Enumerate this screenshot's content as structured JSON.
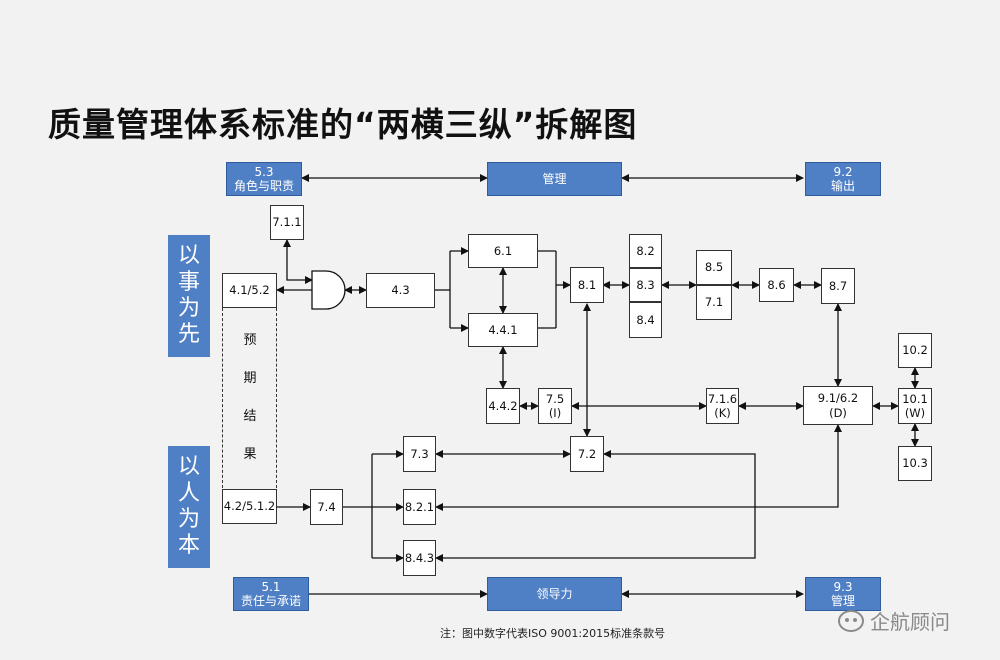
{
  "title": "质量管理体系标准的“两横三纵”拆解图",
  "side_labels": {
    "upper": [
      "以",
      "事",
      "为",
      "先"
    ],
    "lower": [
      "以",
      "人",
      "为",
      "本"
    ]
  },
  "expected_result_chars": [
    "预",
    "期",
    "结",
    "果"
  ],
  "top_row": {
    "left": {
      "num": "5.3",
      "text": "角色与职责"
    },
    "center": "管理",
    "right": {
      "num": "9.2",
      "text": "输出"
    }
  },
  "bottom_row": {
    "left": {
      "num": "5.1",
      "text": "责任与承诺"
    },
    "center": "领导力",
    "right": {
      "num": "9.3",
      "text": "管理"
    }
  },
  "boxes": {
    "b711": "7.1.1",
    "b41_52": "4.1/5.2",
    "b43": "4.3",
    "b61": "6.1",
    "b441": "4.4.1",
    "b442": "4.4.2",
    "b75": "7.5",
    "b75_sub": "(I)",
    "b81": "8.1",
    "b82": "8.2",
    "b83": "8.3",
    "b84": "8.4",
    "b85": "8.5",
    "b71": "7.1",
    "b86": "8.6",
    "b87": "8.7",
    "b716": "7.1.6",
    "b716_sub": "(K)",
    "b91": "9.1/6.2",
    "b91_sub": "(D)",
    "b102": "10.2",
    "b101": "10.1",
    "b101_sub": "(W)",
    "b103": "10.3",
    "b73": "7.3",
    "b72": "7.2",
    "b42": "4.2/5.1.2",
    "b74": "7.4",
    "b821": "8.2.1",
    "b843": "8.4.3"
  },
  "note": "注：图中数字代表ISO 9001:2015标准条款号",
  "watermark": "企航顾问",
  "colors": {
    "accent_blue": "#4f7fc4",
    "line": "#111111"
  }
}
